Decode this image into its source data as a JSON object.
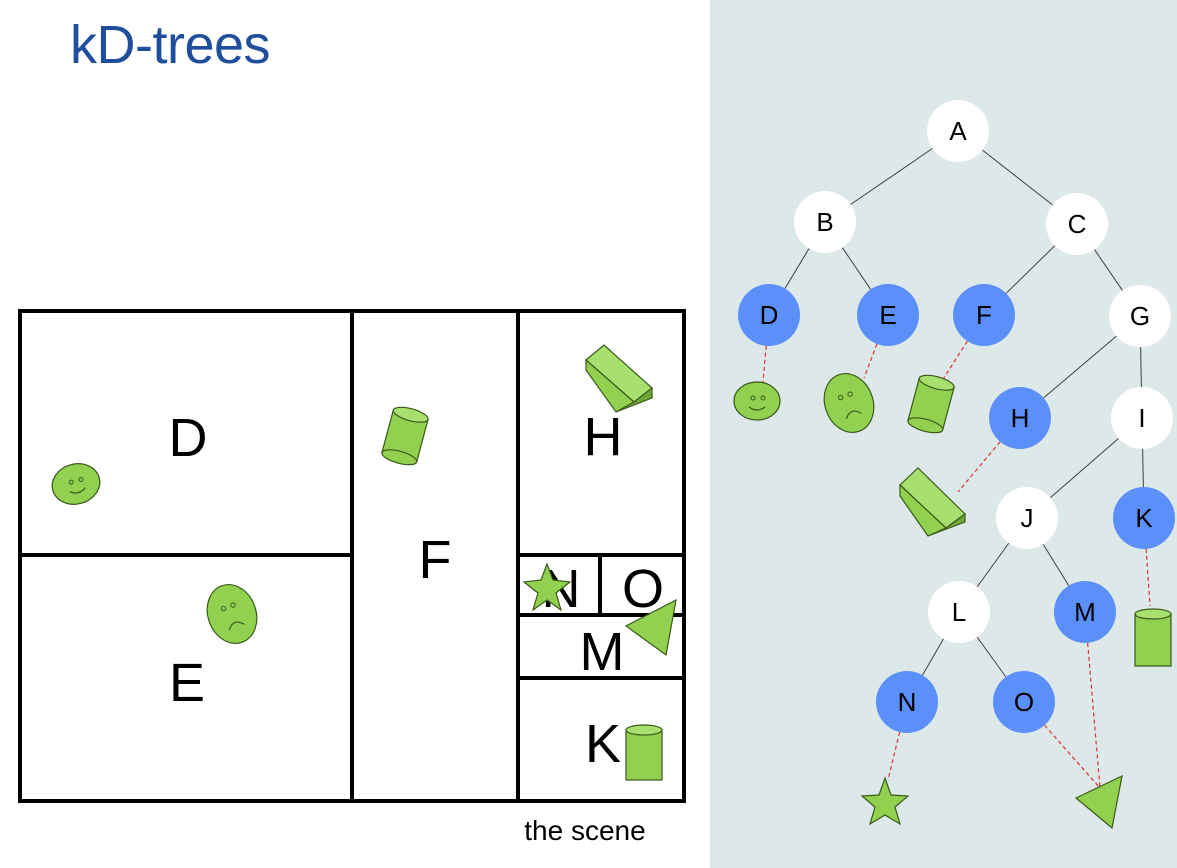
{
  "title": "kD-trees",
  "scene": {
    "caption": "the scene",
    "regions": {
      "D": "D",
      "E": "E",
      "F": "F",
      "H": "H",
      "N": "N",
      "O": "O",
      "M": "M",
      "K": "K"
    }
  },
  "tree": {
    "nodes": [
      {
        "id": "A",
        "label": "A",
        "kind": "internal"
      },
      {
        "id": "B",
        "label": "B",
        "kind": "internal"
      },
      {
        "id": "C",
        "label": "C",
        "kind": "internal"
      },
      {
        "id": "D",
        "label": "D",
        "kind": "leaf",
        "object": "smiley"
      },
      {
        "id": "E",
        "label": "E",
        "kind": "leaf",
        "object": "frowny"
      },
      {
        "id": "F",
        "label": "F",
        "kind": "leaf",
        "object": "cylinder"
      },
      {
        "id": "G",
        "label": "G",
        "kind": "internal"
      },
      {
        "id": "H",
        "label": "H",
        "kind": "leaf",
        "object": "box"
      },
      {
        "id": "I",
        "label": "I",
        "kind": "internal"
      },
      {
        "id": "J",
        "label": "J",
        "kind": "internal"
      },
      {
        "id": "K",
        "label": "K",
        "kind": "leaf",
        "object": "cylinder"
      },
      {
        "id": "L",
        "label": "L",
        "kind": "internal"
      },
      {
        "id": "M",
        "label": "M",
        "kind": "leaf",
        "object": "triangle"
      },
      {
        "id": "N",
        "label": "N",
        "kind": "leaf",
        "object": "star"
      },
      {
        "id": "O",
        "label": "O",
        "kind": "leaf",
        "object": "triangle"
      }
    ],
    "edges": [
      [
        "A",
        "B"
      ],
      [
        "A",
        "C"
      ],
      [
        "B",
        "D"
      ],
      [
        "B",
        "E"
      ],
      [
        "C",
        "F"
      ],
      [
        "C",
        "G"
      ],
      [
        "G",
        "H"
      ],
      [
        "G",
        "I"
      ],
      [
        "I",
        "J"
      ],
      [
        "I",
        "K"
      ],
      [
        "J",
        "L"
      ],
      [
        "J",
        "M"
      ],
      [
        "L",
        "N"
      ],
      [
        "L",
        "O"
      ]
    ]
  },
  "colors": {
    "internal_node": "#ffffff",
    "leaf_node": "#5b8ff9",
    "object_fill": "#92d050",
    "object_stroke": "#3a5a1a",
    "link": "#e03030",
    "right_background": "#dde8e8",
    "title": "#1f4e9c"
  }
}
